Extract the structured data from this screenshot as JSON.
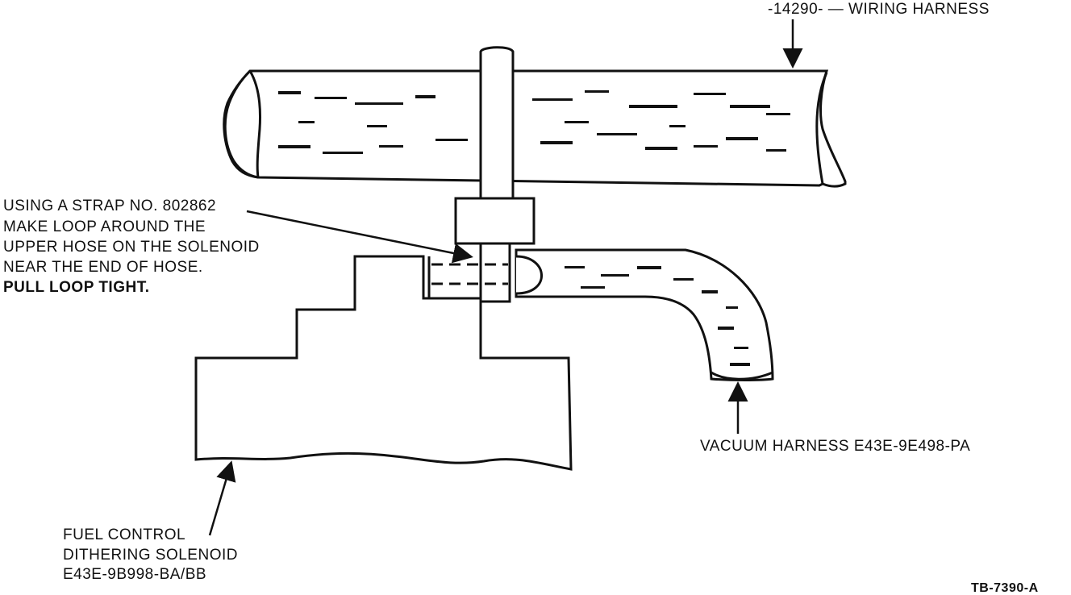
{
  "labels": {
    "wiring_harness": "-14290- — WIRING HARNESS",
    "strap_instruction": {
      "line1": "USING A STRAP NO. 802862",
      "line2": "MAKE LOOP AROUND THE",
      "line3": "UPPER HOSE ON THE SOLENOID",
      "line4": "NEAR THE END OF HOSE.",
      "line5": "PULL LOOP TIGHT."
    },
    "vacuum_harness": "VACUUM HARNESS E43E-9E498-PA",
    "solenoid": {
      "line1": "FUEL CONTROL",
      "line2": "DITHERING SOLENOID",
      "line3": "E43E-9B998-BA/BB"
    },
    "figure_id": "TB-7390-A"
  },
  "colors": {
    "ink": "#111111",
    "paper": "#ffffff"
  }
}
